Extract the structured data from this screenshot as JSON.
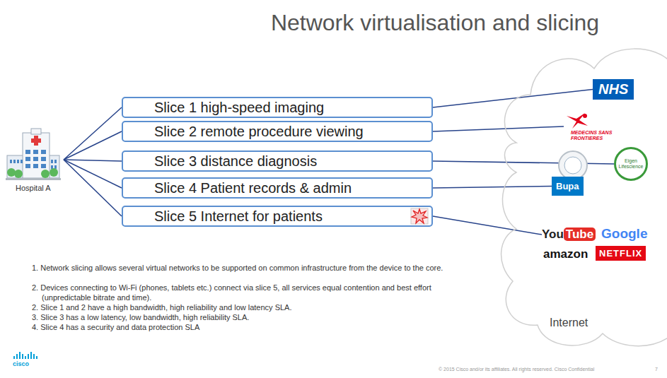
{
  "diagram": {
    "title": "Network virtualisation and slicing",
    "nodes": [
      {
        "text": [
          "Hospital A"
        ]
      },
      {
        "text": [
          "Slice 1 high-speed imaging"
        ]
      },
      {
        "text": [
          "Slice 2 remote procedure viewing"
        ]
      },
      {
        "text": [
          "Slice 3 distance diagnosis"
        ]
      },
      {
        "text": [
          "Slice 4 Patient records & admin"
        ]
      },
      {
        "text": [
          "Slice 5 Internet for patients"
        ]
      },
      {
        "text": [
          "Internet"
        ]
      },
      {
        "text": [
          "NHS"
        ],
        "in": 6
      },
      {
        "text": [
          "MEDECINS SANS FRONTIERES"
        ],
        "in": 6
      },
      {
        "text": [
          "Eigen Lifescience"
        ],
        "in": 6
      },
      {
        "text": [
          "Bupa"
        ],
        "in": 6
      },
      {
        "text": [
          "You",
          "Tube"
        ],
        "in": 6
      },
      {
        "text": [
          "Google"
        ],
        "in": 6
      },
      {
        "text": [
          "amazon"
        ],
        "in": 6
      },
      {
        "text": [
          "NETFLIX"
        ],
        "in": 6
      }
    ],
    "edges": [
      {
        "from": 0,
        "to": 1,
        "arrow": "none"
      },
      {
        "from": 0,
        "to": 2,
        "arrow": "none"
      },
      {
        "from": 0,
        "to": 3,
        "arrow": "none"
      },
      {
        "from": 0,
        "to": 4,
        "arrow": "none"
      },
      {
        "from": 0,
        "to": 5,
        "arrow": "none"
      },
      {
        "from": 1,
        "to": 7,
        "arrow": "none"
      },
      {
        "from": 2,
        "to": 8,
        "arrow": "none"
      },
      {
        "from": 3,
        "to": 9,
        "arrow": "none"
      },
      {
        "from": 4,
        "to": 10,
        "arrow": "none"
      },
      {
        "from": 5,
        "to": 11,
        "arrow": "none"
      }
    ],
    "labels": [
      "1. Network slicing allows several virtual networks to be supported on common infrastructure from the device to the core.",
      "2. Devices connecting to Wi-Fi (phones, tablets etc.) connect via slice 5, all services equal contention and best effort (unpredictable bitrate and time).",
      "2. Slice 1 and 2 have a high bandwidth, high reliability and low latency SLA.",
      "3. Slice 3 has a low latency, low bandwidth, high reliability SLA.",
      "4. Slice 4 has a security and data protection SLA",
      "cisco",
      "© 2015 Cisco and/or its affiliates. All rights reserved.   Cisco Confidential",
      "7"
    ]
  }
}
